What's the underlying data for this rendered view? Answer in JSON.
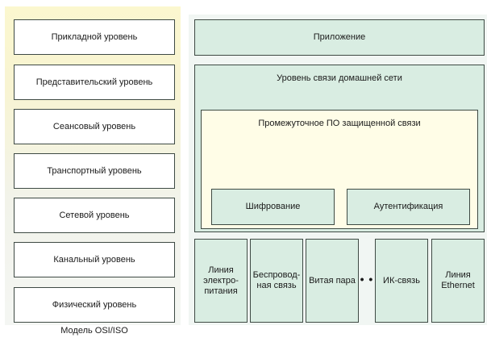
{
  "osi_model": {
    "caption": "Модель OSI/ISO",
    "layers": [
      "Прикладной уровень",
      "Представительский уровень",
      "Сеансовый уровень",
      "Транспортный уровень",
      "Сетевой уровень",
      "Канальный уровень",
      "Физический уровень"
    ]
  },
  "home_network": {
    "application": "Приложение",
    "link_layer": "Уровень связи домашней сети",
    "middleware": "Промежуточное ПО защищенной связи",
    "encryption": "Шифрование",
    "authentication": "Аутентификация",
    "physical": [
      "Линия электро-питания",
      "Беспровод-ная связь",
      "Витая пара",
      "ИК-связь",
      "Линия Ethernet"
    ],
    "ellipsis": "• •"
  },
  "colors": {
    "osi_top": "#fbf7cf",
    "network_fill": "#d9ede2",
    "middleware_fill": "#fffde7",
    "border": "#3e4a44"
  }
}
